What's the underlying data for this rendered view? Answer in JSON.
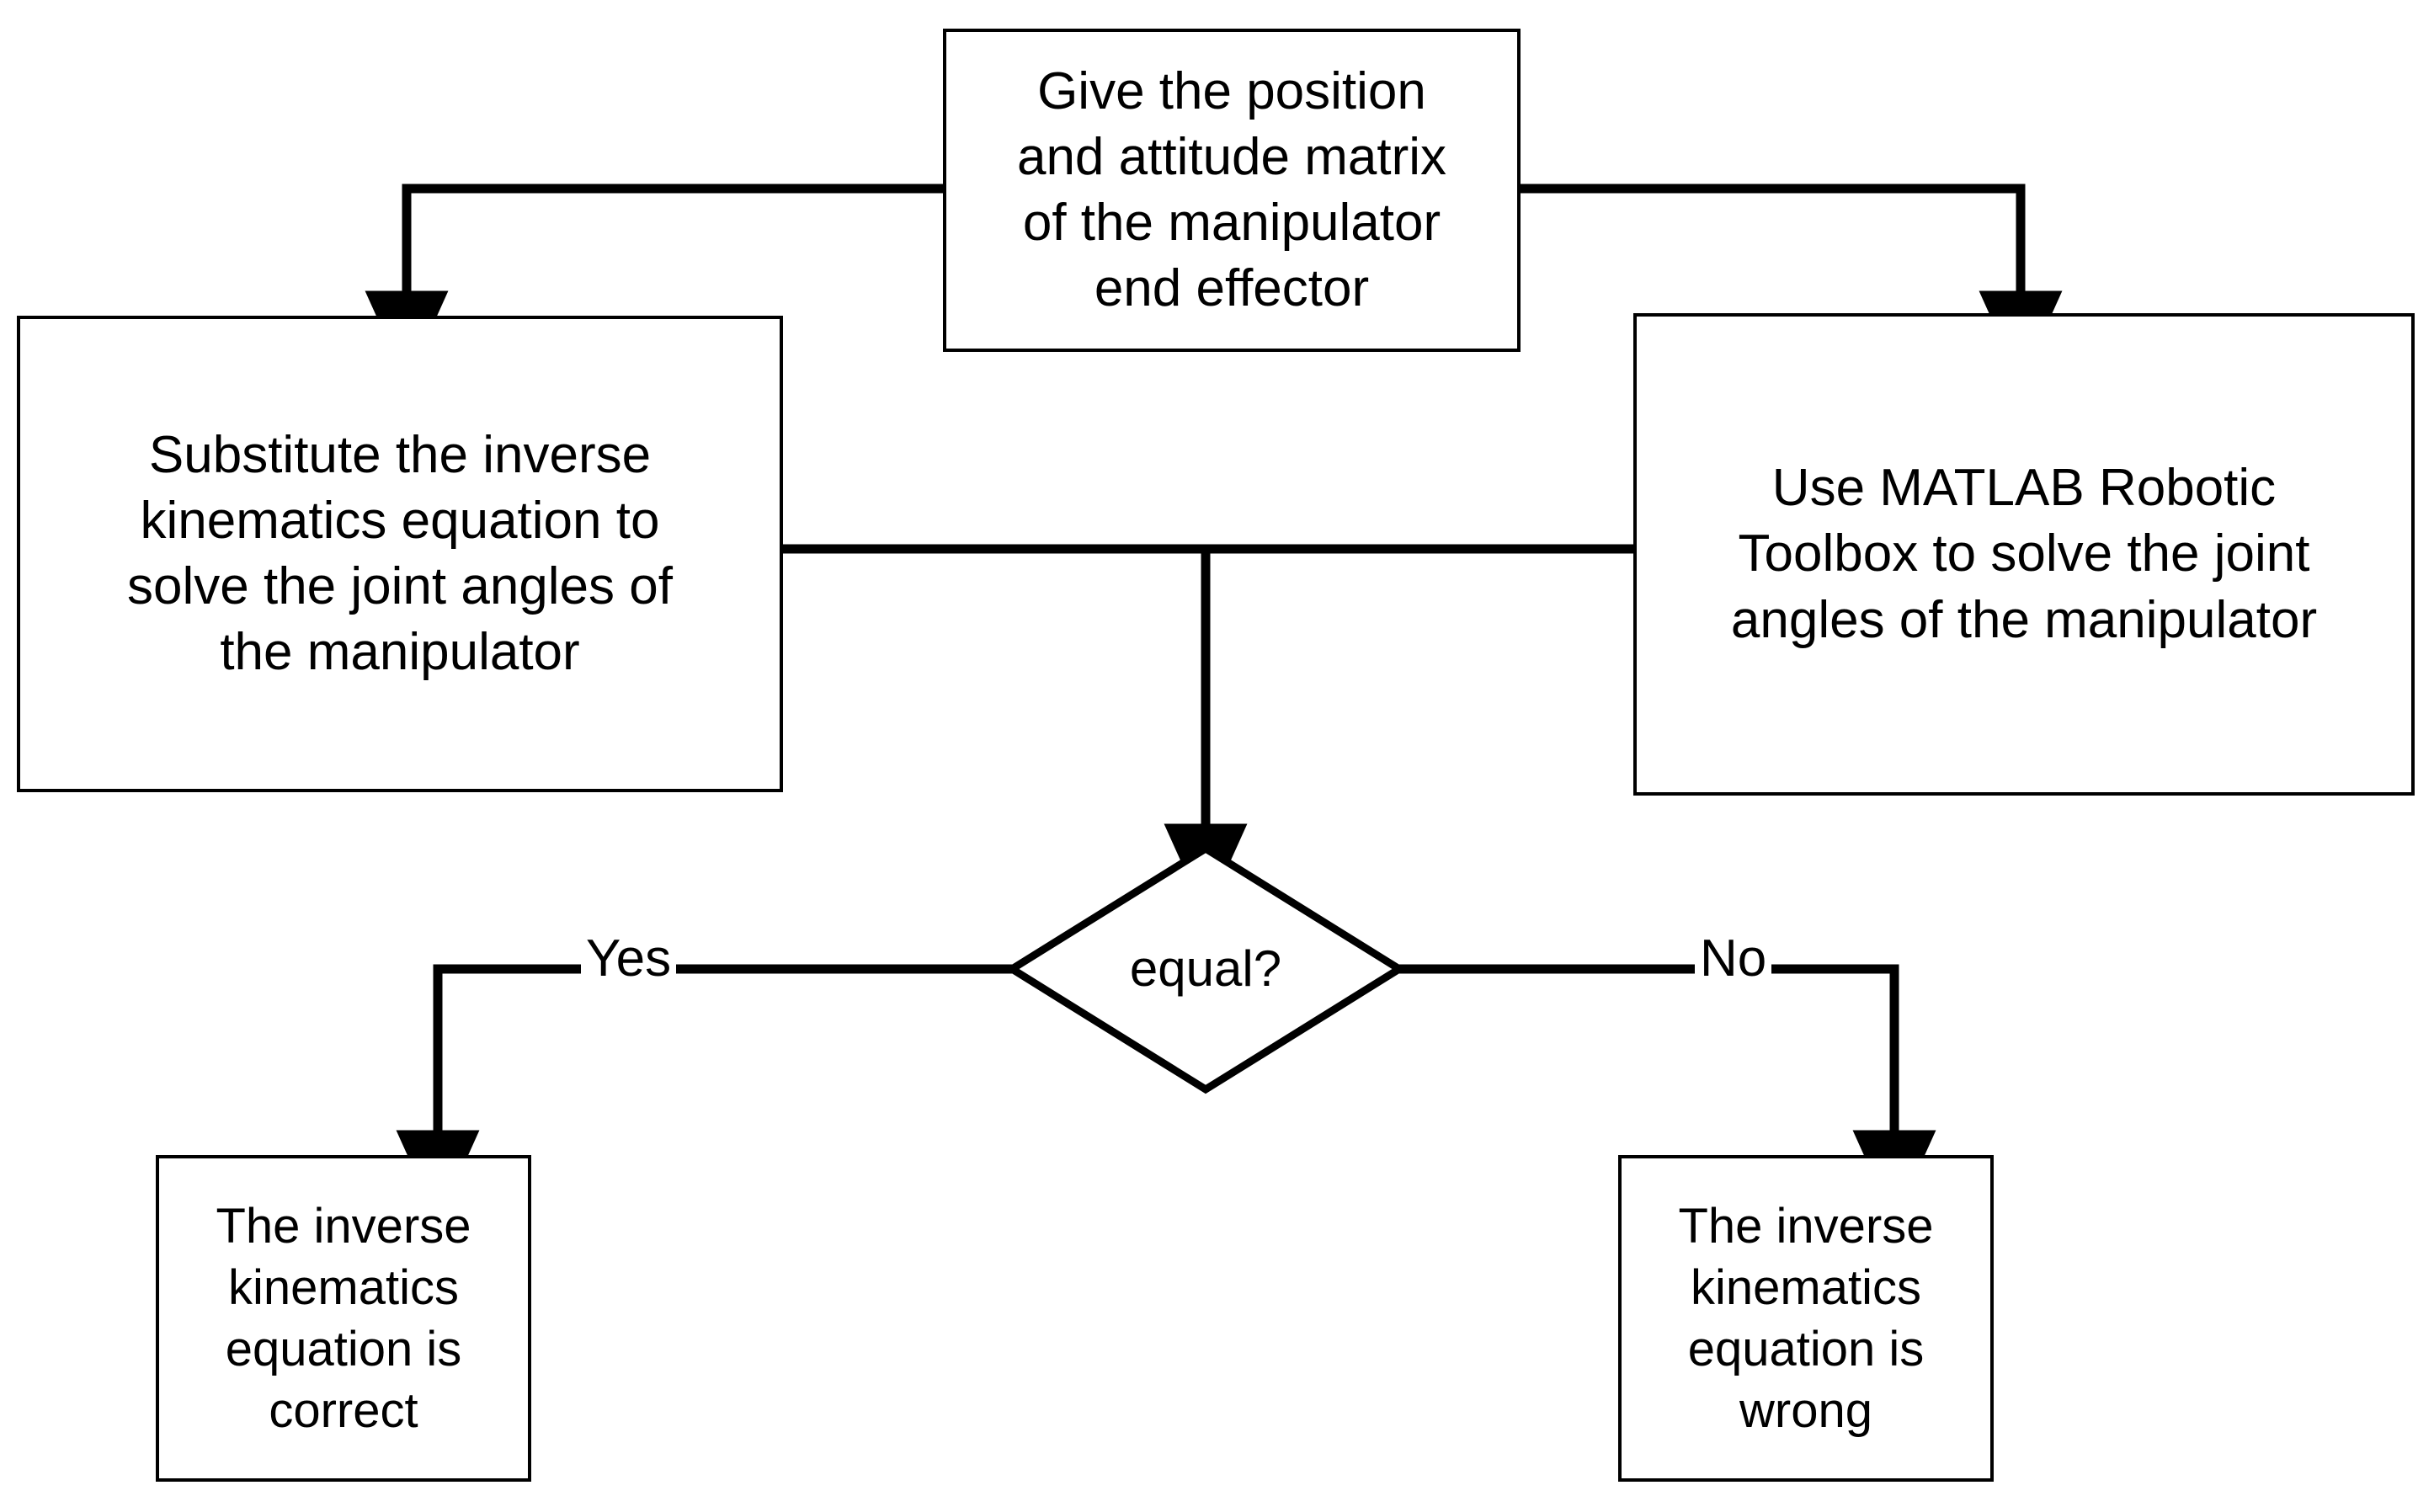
{
  "diagram": {
    "type": "flowchart",
    "title": "Inverse kinematics verification flowchart",
    "orientation": "top-down",
    "stroke_color": "#000000",
    "fill_color": "#ffffff",
    "nodes": [
      {
        "id": "start",
        "shape": "rectangle",
        "text": "Give the position\nand attitude matrix\nof the manipulator\nend effector"
      },
      {
        "id": "analytic",
        "shape": "rectangle",
        "text": "Substitute the inverse\nkinematics equation to\nsolve the joint angles of\nthe manipulator"
      },
      {
        "id": "toolbox",
        "shape": "rectangle",
        "text": "Use MATLAB Robotic\nToolbox to solve the joint\nangles of the manipulator"
      },
      {
        "id": "decision",
        "shape": "diamond",
        "text": "equal?"
      },
      {
        "id": "correct",
        "shape": "rectangle",
        "text": "The inverse\nkinematics\nequation is correct"
      },
      {
        "id": "wrong",
        "shape": "rectangle",
        "text": "The inverse\nkinematics\nequation is wrong"
      }
    ],
    "edges": [
      {
        "id": "start-to-analytic",
        "from": "start",
        "to": "analytic",
        "label": ""
      },
      {
        "id": "start-to-toolbox",
        "from": "start",
        "to": "toolbox",
        "label": ""
      },
      {
        "id": "compare-to-decision",
        "from": "analytic",
        "to": "decision",
        "label": ""
      },
      {
        "id": "toolbox-to-decision",
        "from": "toolbox",
        "to": "decision",
        "label": ""
      },
      {
        "id": "decision-to-correct",
        "from": "decision",
        "to": "correct",
        "label": "Yes"
      },
      {
        "id": "decision-to-wrong",
        "from": "decision",
        "to": "wrong",
        "label": "No"
      }
    ],
    "edge_labels": {
      "yes": "Yes",
      "no": "No"
    }
  }
}
